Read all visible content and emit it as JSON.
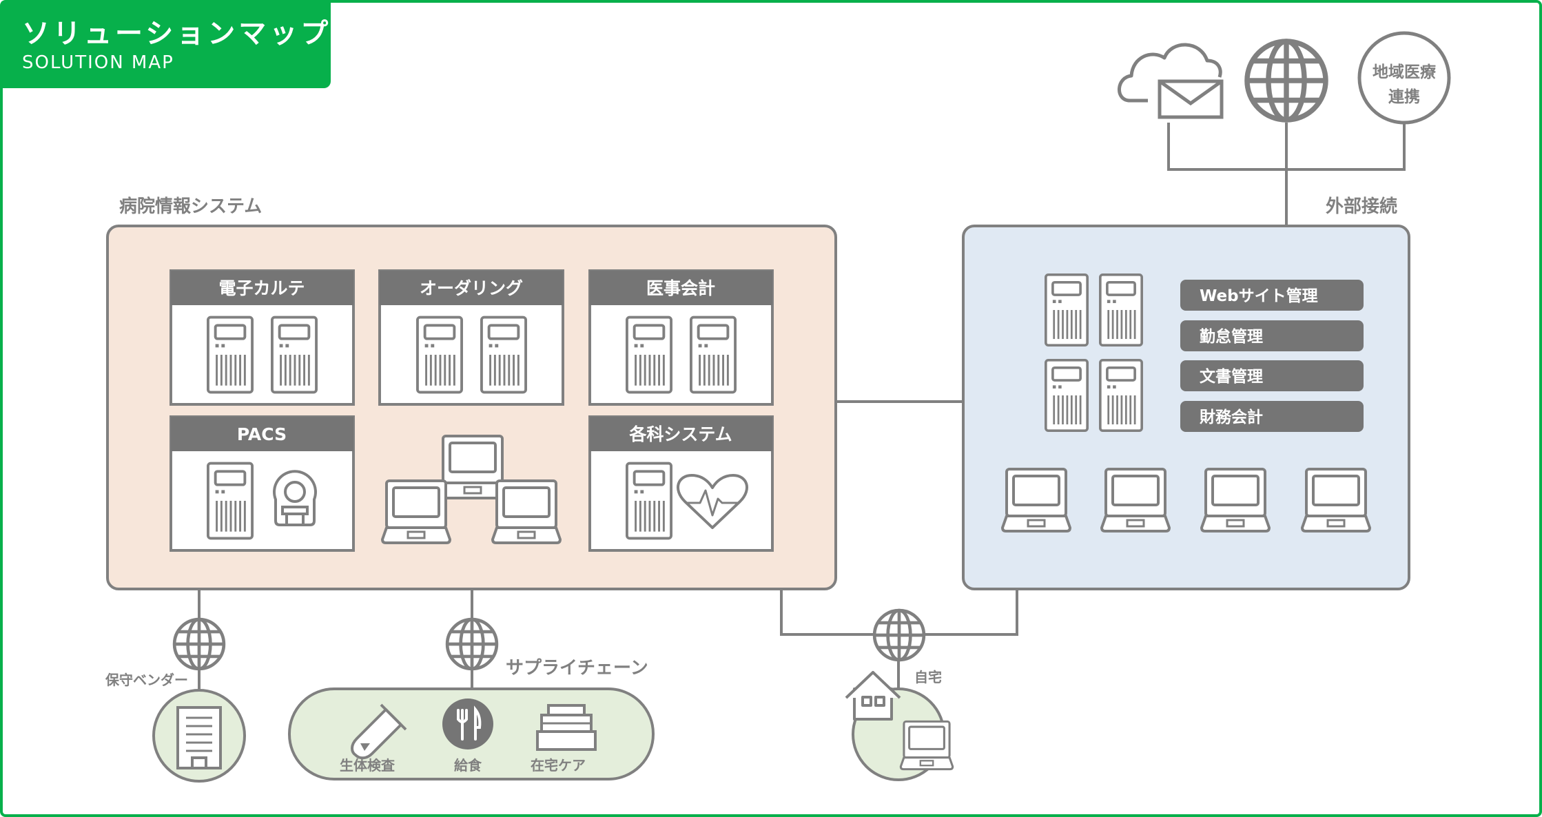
{
  "header": {
    "title_ja": "ソリューションマップ",
    "title_en": "SOLUTION MAP"
  },
  "hospital": {
    "label": "病院情報システム",
    "modules": {
      "emr": "電子カルテ",
      "ordering": "オーダリング",
      "accounting": "医事会計",
      "pacs": "PACS",
      "dept": "各科システム"
    }
  },
  "external": {
    "label": "外部接続",
    "regional": [
      "地域医療",
      "連携"
    ],
    "services": [
      "Webサイト管理",
      "勤怠管理",
      "文書管理",
      "財務会計"
    ]
  },
  "bottom": {
    "vendor": "保守ベンダー",
    "supply": {
      "label": "サプライチェーン",
      "items": [
        "生体検査",
        "給食",
        "在宅ケア"
      ]
    },
    "home": "自宅"
  },
  "colors": {
    "brand_green": "#07b04b",
    "hospital_fill": "#f7e6da",
    "external_fill": "#e0e9f3",
    "bottom_fill": "#e4eedb",
    "line_gray": "#808080",
    "header_gray": "#757575"
  }
}
